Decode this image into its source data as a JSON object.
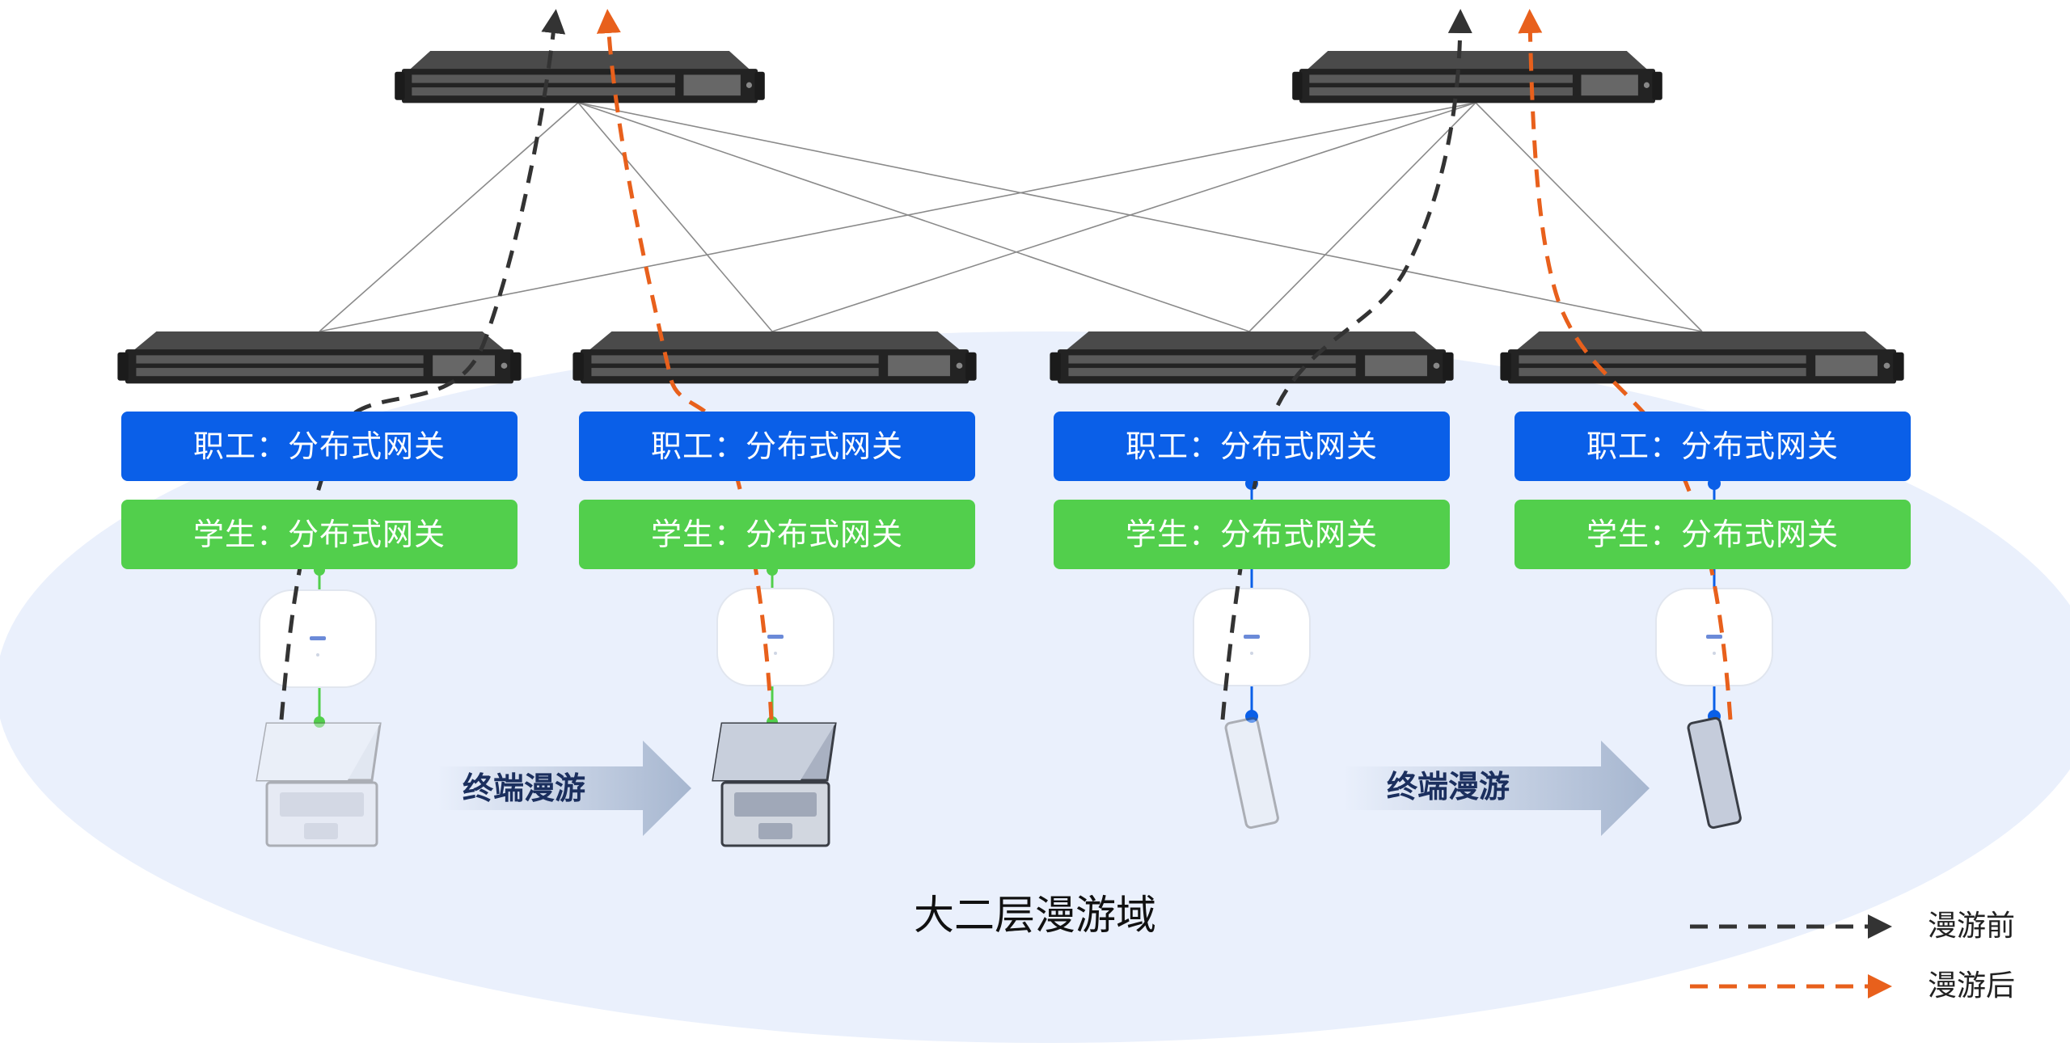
{
  "gateways": {
    "staff_label": "职工：分布式网关",
    "student_label": "学生：分布式网关"
  },
  "roam_label": "终端漫游",
  "domain_label": "大二层漫游域",
  "legend": {
    "before": "漫游前",
    "after": "漫游后"
  },
  "colors": {
    "before_path": "#333333",
    "after_path": "#e8601c",
    "staff_gateway": "#0a5fe8",
    "student_gateway": "#52cf4c",
    "roaming_domain": "#eaf0fc"
  }
}
